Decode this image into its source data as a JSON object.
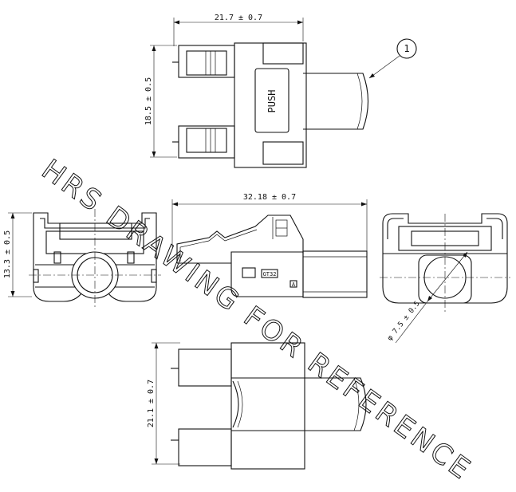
{
  "dimensions": {
    "top_width": "21.7 ± 0.7",
    "top_height": "18.5 ± 0.5",
    "side_length": "32.18 ± 0.7",
    "front_height": "13.3 ± 0.5",
    "rear_diameter": "φ 7.5 ± 0.5",
    "bottom_height": "21.1 ± 0.7"
  },
  "labels": {
    "push": "PUSH",
    "part_code": "GT32",
    "mark": "A",
    "callout_number": "1"
  },
  "watermark": "HRS DRAWING FOR REFERENCE"
}
